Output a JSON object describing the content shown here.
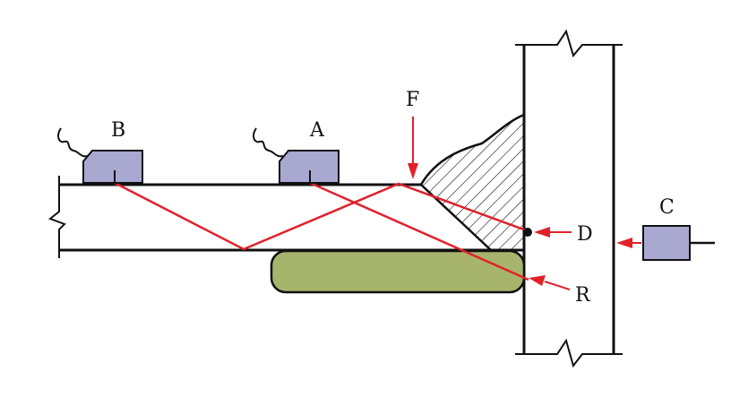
{
  "labels": {
    "probe_b": "B",
    "probe_a": "A",
    "point_f": "F",
    "probe_c": "C",
    "point_d": "D",
    "point_r": "R"
  },
  "colors": {
    "beam": "#e0212b",
    "probe_fill": "#a9a8d1",
    "backing_bar": "#a7b56c",
    "line": "#111111",
    "background": "#ffffff"
  },
  "icons": {
    "probe": "ultrasonic-probe-icon",
    "arrow": "arrow-pointer-icon",
    "break": "break-line-icon"
  }
}
